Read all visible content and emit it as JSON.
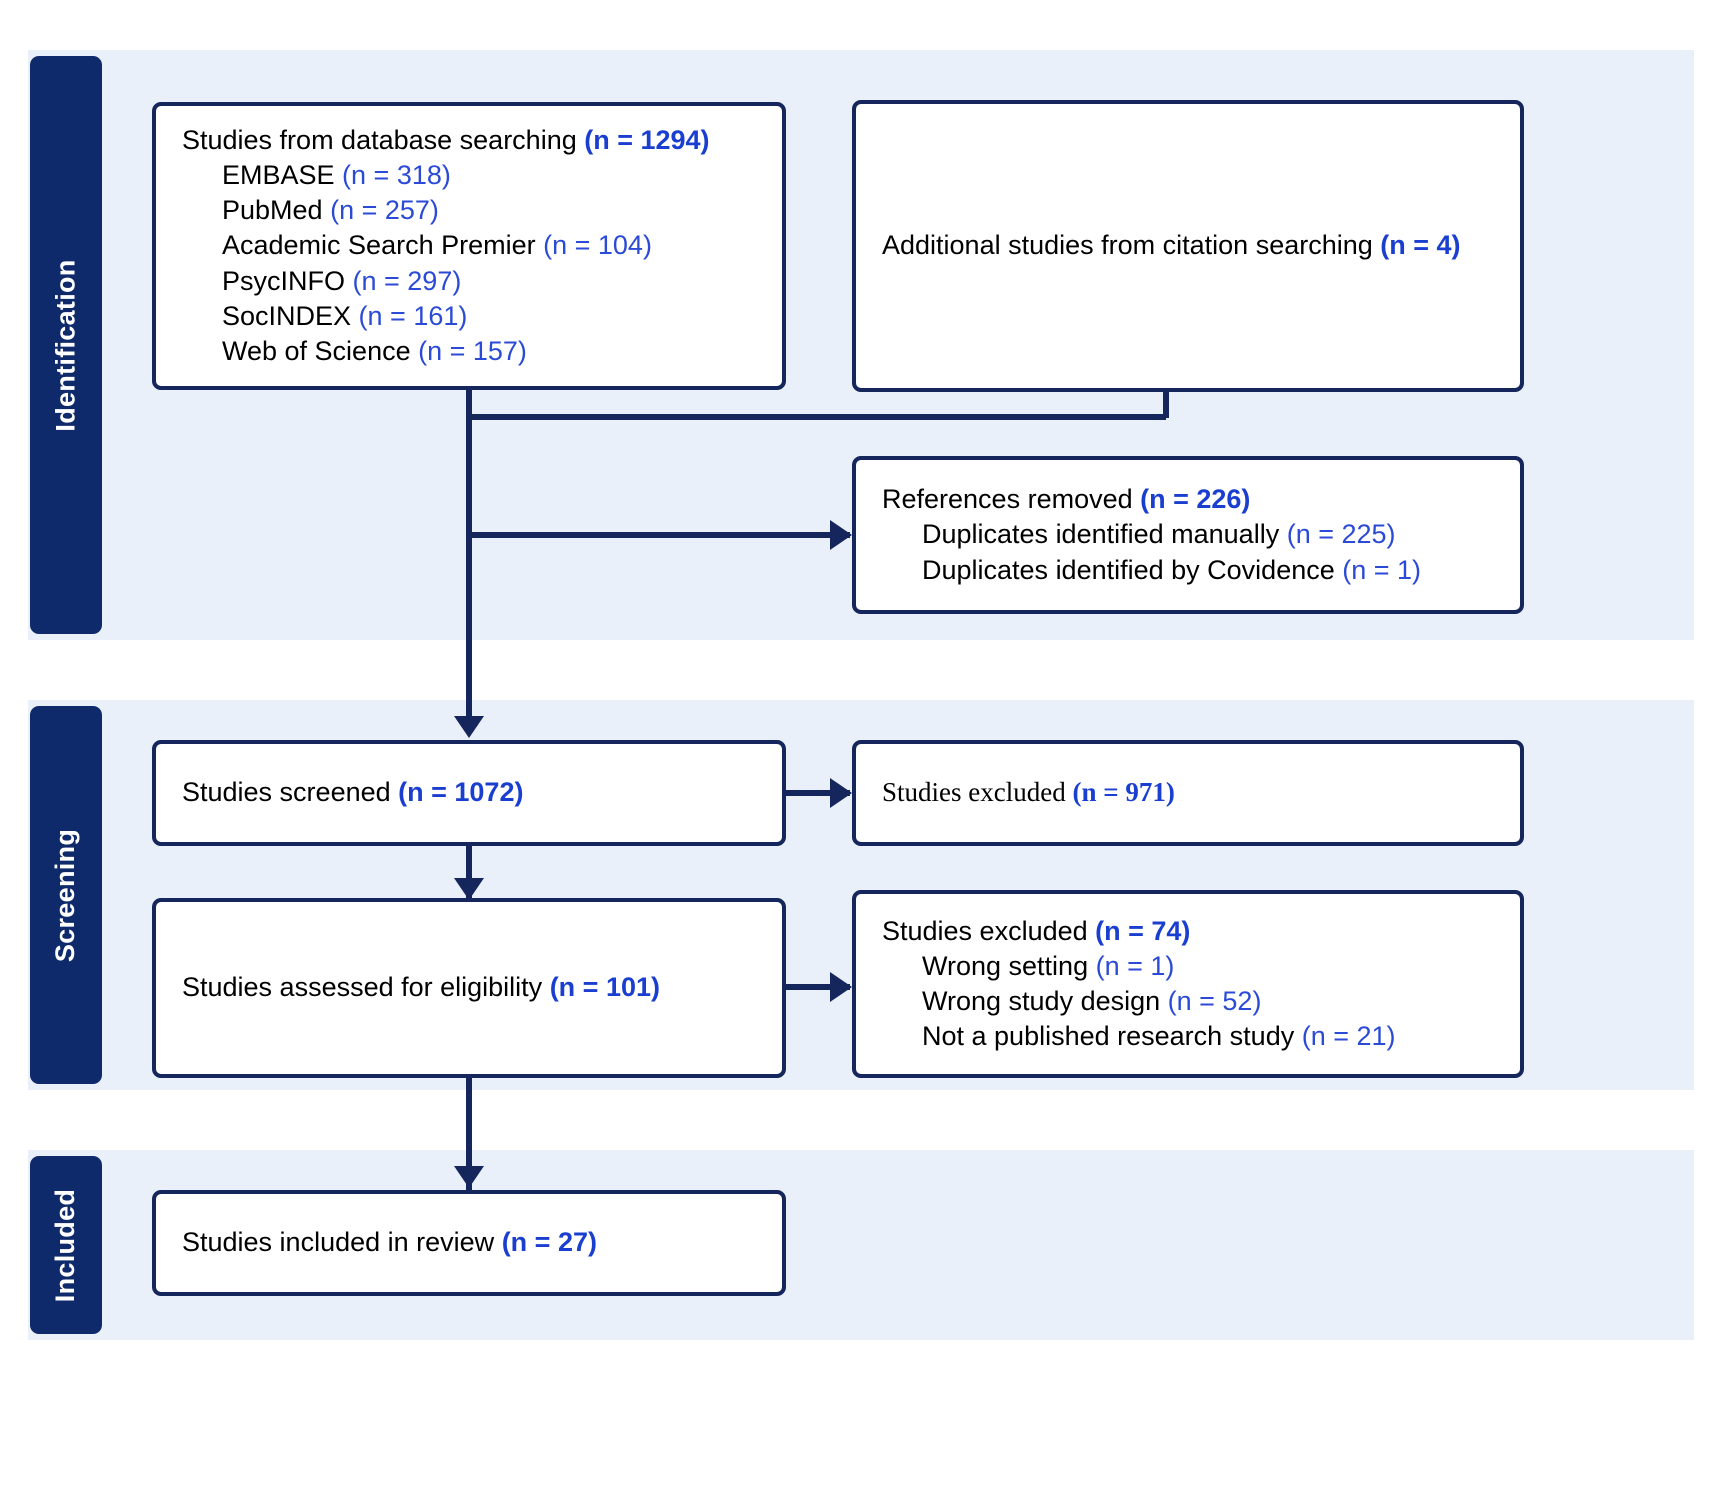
{
  "diagram": {
    "title": "PRISMA Flow Diagram",
    "colors": {
      "band_background": "#eaf0fa",
      "tab_navy": "#0f2a6b",
      "box_border": "#14265c",
      "connector": "#14265c",
      "count_blue": "#1a3fd0",
      "count_blue_light": "#2b4ad6",
      "text_black": "#000000",
      "box_fill": "#ffffff",
      "page_background": "#ffffff"
    }
  },
  "sidebar": {
    "tabs": [
      {
        "id": "identification",
        "label": "Identification"
      },
      {
        "id": "screening",
        "label": "Screening"
      },
      {
        "id": "included",
        "label": "Included"
      }
    ]
  },
  "boxes": {
    "database": {
      "heading_text": "Studies from database searching ",
      "heading_count": "(n = 1294)",
      "items": [
        {
          "label": "EMBASE ",
          "count": "(n = 318)"
        },
        {
          "label": "PubMed ",
          "count": "(n = 257)"
        },
        {
          "label": "Academic Search Premier ",
          "count": "(n = 104)"
        },
        {
          "label": "PsycINFO ",
          "count": "(n = 297)"
        },
        {
          "label": "SocINDEX ",
          "count": "(n = 161)"
        },
        {
          "label": "Web of Science ",
          "count": "(n = 157)"
        }
      ]
    },
    "citation": {
      "heading_text": "Additional studies from citation searching ",
      "heading_count": "(n = 4)"
    },
    "removed": {
      "heading_text": "References removed ",
      "heading_count": "(n = 226)",
      "items": [
        {
          "label": "Duplicates identified manually ",
          "count": "(n = 225)"
        },
        {
          "label": "Duplicates identified by Covidence ",
          "count": "(n = 1)"
        }
      ]
    },
    "screened": {
      "heading_text": "Studies screened ",
      "heading_count": "(n = 1072)"
    },
    "excluded_screening": {
      "heading_text": "Studies excluded ",
      "heading_count": "(n = 971)"
    },
    "eligibility": {
      "heading_text": "Studies assessed for eligibility ",
      "heading_count": "(n = 101)"
    },
    "excluded_eligibility": {
      "heading_text": "Studies excluded ",
      "heading_count": "(n = 74)",
      "items": [
        {
          "label": "Wrong setting ",
          "count": "(n = 1)"
        },
        {
          "label": "Wrong study design ",
          "count": "(n = 52)"
        },
        {
          "label": "Not a published research study ",
          "count": "(n = 21)"
        }
      ]
    },
    "included": {
      "heading_text": "Studies included in review ",
      "heading_count": "(n = 27)"
    }
  },
  "chart_data": {
    "type": "diagram",
    "title": "PRISMA study selection flow",
    "stages": [
      {
        "stage": "Identification",
        "node": "Studies from database searching",
        "n": 1294
      },
      {
        "stage": "Identification",
        "node": "EMBASE",
        "n": 318
      },
      {
        "stage": "Identification",
        "node": "PubMed",
        "n": 257
      },
      {
        "stage": "Identification",
        "node": "Academic Search Premier",
        "n": 104
      },
      {
        "stage": "Identification",
        "node": "PsycINFO",
        "n": 297
      },
      {
        "stage": "Identification",
        "node": "SocINDEX",
        "n": 161
      },
      {
        "stage": "Identification",
        "node": "Web of Science",
        "n": 157
      },
      {
        "stage": "Identification",
        "node": "Additional studies from citation searching",
        "n": 4
      },
      {
        "stage": "Identification",
        "node": "References removed",
        "n": 226
      },
      {
        "stage": "Identification",
        "node": "Duplicates identified manually",
        "n": 225
      },
      {
        "stage": "Identification",
        "node": "Duplicates identified by Covidence",
        "n": 1
      },
      {
        "stage": "Screening",
        "node": "Studies screened",
        "n": 1072
      },
      {
        "stage": "Screening",
        "node": "Studies excluded",
        "n": 971
      },
      {
        "stage": "Screening",
        "node": "Studies assessed for eligibility",
        "n": 101
      },
      {
        "stage": "Screening",
        "node": "Studies excluded",
        "n": 74
      },
      {
        "stage": "Screening",
        "node": "Wrong setting",
        "n": 1
      },
      {
        "stage": "Screening",
        "node": "Wrong study design",
        "n": 52
      },
      {
        "stage": "Screening",
        "node": "Not a published research study",
        "n": 21
      },
      {
        "stage": "Included",
        "node": "Studies included in review",
        "n": 27
      }
    ]
  }
}
